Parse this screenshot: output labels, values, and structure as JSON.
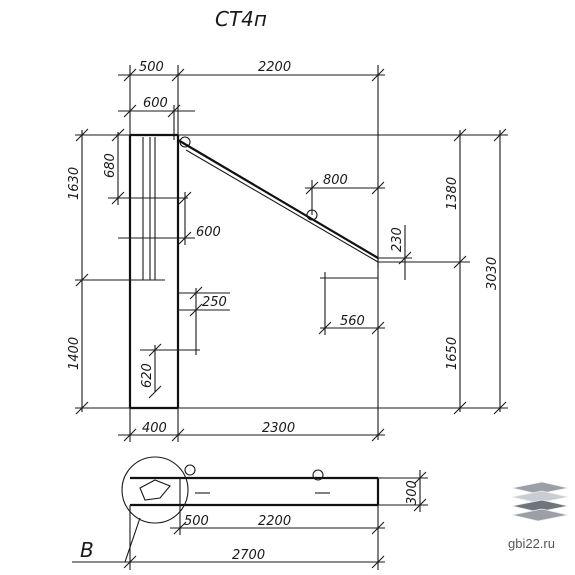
{
  "title": "СТ4п",
  "dimensions": {
    "top_500": "500",
    "top_2200": "2200",
    "top_600": "600",
    "right_800": "800",
    "left_1630": "1630",
    "left_680": "680",
    "mid_600": "600",
    "right_1380": "1380",
    "right_3030": "3030",
    "right_230": "230",
    "left_1400": "1400",
    "mid_250": "250",
    "mid_620": "620",
    "right_560": "560",
    "right_1650": "1650",
    "bottom_400": "400",
    "bottom_2300": "2300",
    "plan_300": "300",
    "plan_500": "500",
    "plan_2200": "2200",
    "plan_2700": "2700",
    "callout": "В"
  },
  "watermark": {
    "text": "gbi22.ru",
    "logo_colors": [
      "#9aa0a6",
      "#c9cdd1",
      "#6f757b"
    ]
  }
}
